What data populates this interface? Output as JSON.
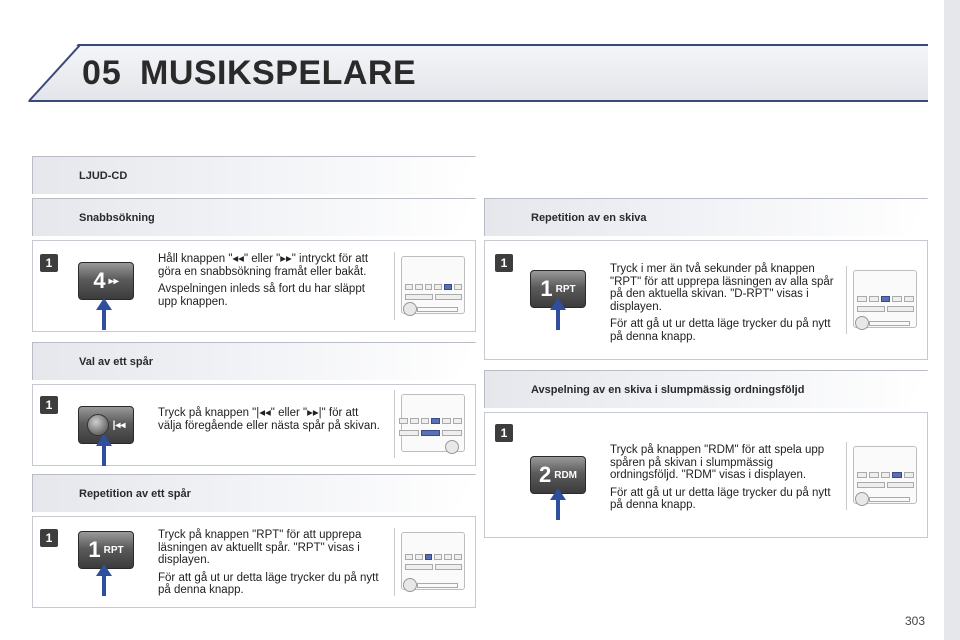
{
  "header": {
    "chapter_number": "05",
    "title": "MUSIKSPELARE"
  },
  "sections": {
    "ljud_cd": {
      "title": "LJUD-CD"
    },
    "snabbsokning": {
      "title": "Snabbsökning",
      "step": "1",
      "button_main": "4",
      "button_sub": "▸▸",
      "text1": "Håll knappen \"◂◂\" eller \"▸▸\" intryckt för att göra en snabbsökning framåt eller bakåt.",
      "text2": "Avspelningen inleds så fort du har släppt upp knappen."
    },
    "val_av_ett_spar": {
      "title": "Val av ett spår",
      "step": "1",
      "button_sub": "|◂◂",
      "text1": "Tryck på knappen \"|◂◂\" eller \"▸▸|\" för att välja föregående eller nästa spår på skivan."
    },
    "repetition_av_ett_spar": {
      "title": "Repetition av ett spår",
      "step": "1",
      "button_main": "1",
      "button_sub": "RPT",
      "text1": "Tryck på knappen \"RPT\" för att upprepa läsningen av aktuellt spår. \"RPT\" visas i displayen.",
      "text2": "För att gå ut ur detta läge trycker du på nytt på denna knapp."
    },
    "repetition_av_en_skiva": {
      "title": "Repetition av en skiva",
      "step": "1",
      "button_main": "1",
      "button_sub": "RPT",
      "text1": "Tryck i mer än två sekunder på knappen \"RPT\" för att upprepa läsningen av alla spår på den aktuella skivan. \"D-RPT\" visas i displayen.",
      "text2": "För att gå ut ur detta läge trycker du på nytt på denna knapp."
    },
    "slumpmassig": {
      "title": "Avspelning av en skiva i slumpmässig ordningsföljd",
      "step": "1",
      "button_main": "2",
      "button_sub": "RDM",
      "text1": "Tryck på knappen \"RDM\" för att spela upp spåren på skivan i slumpmässig ordningsföljd. \"RDM\" visas i displayen.",
      "text2": "För att gå ut ur detta läge trycker du på nytt på denna knapp."
    }
  },
  "page_number": "303",
  "colors": {
    "accent_line": "#3a4a78",
    "arrow": "#2f4f9e"
  }
}
